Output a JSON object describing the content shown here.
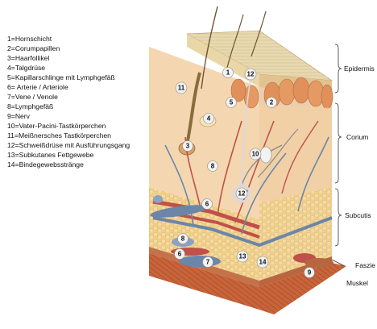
{
  "legend": [
    {
      "num": "1",
      "text": "Hornschicht"
    },
    {
      "num": "2",
      "text": "Corumpapillen"
    },
    {
      "num": "3",
      "text": "Haarfollikel"
    },
    {
      "num": "4",
      "text": "Talgdrüse"
    },
    {
      "num": "5",
      "text": "Kapillarschlinge mit Lymphgefäß"
    },
    {
      "num": "6",
      "text": " Arterie / Arteriole"
    },
    {
      "num": "7",
      "text": "Vene / Venole"
    },
    {
      "num": "8",
      "text": "Lymphgefäß"
    },
    {
      "num": "9",
      "text": "Nerv"
    },
    {
      "num": "10",
      "text": "Vater-Pacini-Tastkörperchen"
    },
    {
      "num": "11",
      "text": "Meißnersches Tastkörperchen"
    },
    {
      "num": "12",
      "text": "Schweißdrüse mit Ausführungsgang"
    },
    {
      "num": "13",
      "text": "Subkutanes Fettgewebe"
    },
    {
      "num": "14",
      "text": "Bindegewebsstränge"
    }
  ],
  "layers": {
    "epidermis": "Epidermis",
    "corium": "Corium",
    "subcutis": "Subcutis",
    "faszie": "Faszie",
    "muskel": "Muskel"
  },
  "markers": {
    "m1": "1",
    "m12a": "12",
    "m11": "11",
    "m5": "5",
    "m2": "2",
    "m4": "4",
    "m3": "3",
    "m8a": "8",
    "m10": "10",
    "m12b": "12",
    "m6a": "6",
    "m8b": "8",
    "m6b": "6",
    "m7": "7",
    "m13": "13",
    "m14": "14",
    "m9": "9"
  },
  "colors": {
    "epidermis_top": "#e8cf98",
    "papillae": "#e0905a",
    "corium": "#f4d7b0",
    "subcutis_fat": "#f0cf8a",
    "muscle": "#c8643a",
    "vessel_red": "#c0504a",
    "vessel_blue": "#6b86a8"
  }
}
